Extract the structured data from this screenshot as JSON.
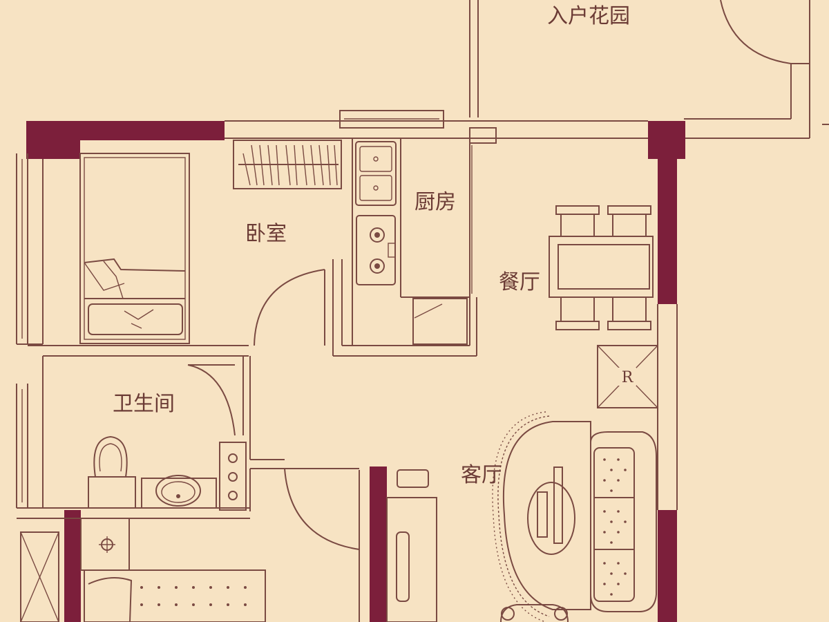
{
  "colors": {
    "background": "#f7e3c3",
    "wall": "#7c1f3b",
    "line": "#7a4a42",
    "label": "#6b3b35"
  },
  "rooms": {
    "entrance_garden": "入户花园",
    "bedroom": "卧室",
    "kitchen": "厨房",
    "dining": "餐厅",
    "bathroom": "卫生间",
    "living": "客厅"
  },
  "fixtures": {
    "fridge": "R"
  }
}
